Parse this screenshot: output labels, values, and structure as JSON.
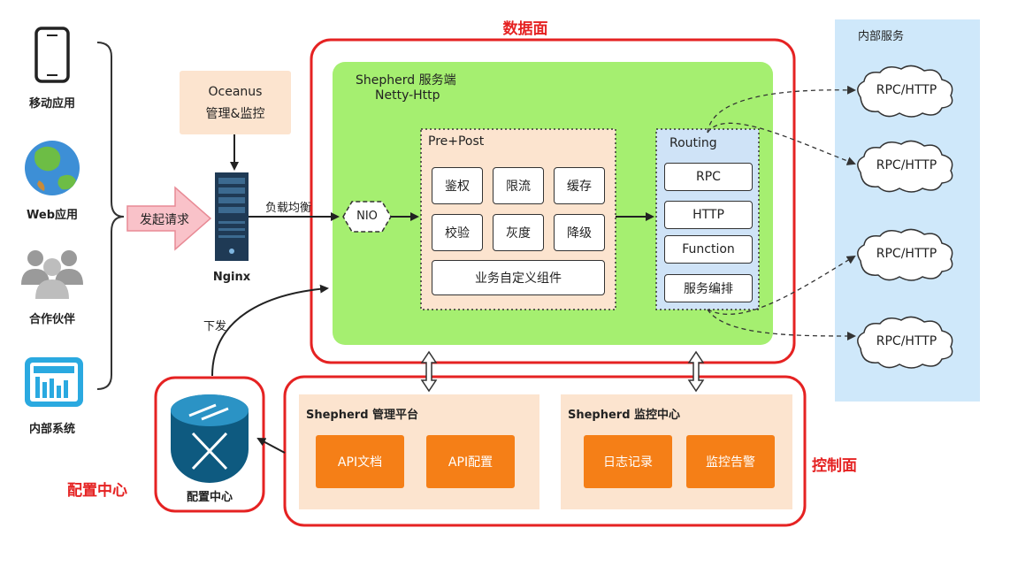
{
  "left_clients": [
    {
      "label": "移动应用",
      "icon": "mobile-phone-icon"
    },
    {
      "label": "Web应用",
      "icon": "globe-icon"
    },
    {
      "label": "合作伙伴",
      "icon": "people-group-icon"
    },
    {
      "label": "内部系统",
      "icon": "dashboard-monitor-icon"
    }
  ],
  "request_arrow_label": "发起请求",
  "oceanus": {
    "line1": "Oceanus",
    "line2": "管理&监控"
  },
  "nginx_label": "Nginx",
  "load_balance_label": "负载均衡",
  "dispatch_label": "下发",
  "data_plane_title": "数据面",
  "control_plane_title": "控制面",
  "config_center_title": "配置中心",
  "config_center_label": "配置中心",
  "shepherd_server": {
    "line1": "Shepherd 服务端",
    "line2": "Netty-Http"
  },
  "nio_label": "NIO",
  "pre_post": {
    "title": "Pre+Post",
    "row1": [
      "鉴权",
      "限流",
      "缓存"
    ],
    "row2": [
      "校验",
      "灰度",
      "降级"
    ],
    "custom": "业务自定义组件"
  },
  "routing": {
    "title": "Routing",
    "items": [
      "RPC",
      "HTTP",
      "Function",
      "服务编排"
    ]
  },
  "internal_services": {
    "title": "内部服务",
    "clouds": [
      "RPC/HTTP",
      "RPC/HTTP",
      "RPC/HTTP",
      "RPC/HTTP"
    ]
  },
  "mgmt_platform": {
    "title": "Shepherd 管理平台",
    "buttons": [
      "API文档",
      "API配置"
    ]
  },
  "monitor_center": {
    "title": "Shepherd 监控中心",
    "buttons": [
      "日志记录",
      "监控告警"
    ]
  },
  "colors": {
    "accent_red": "#e52222",
    "data_plane_green": "#a5ef70",
    "orange": "#f57f17",
    "light_orange": "#fce4cf",
    "light_blue": "#cfe8fa",
    "pink_arrow": "#f9c2c9"
  }
}
